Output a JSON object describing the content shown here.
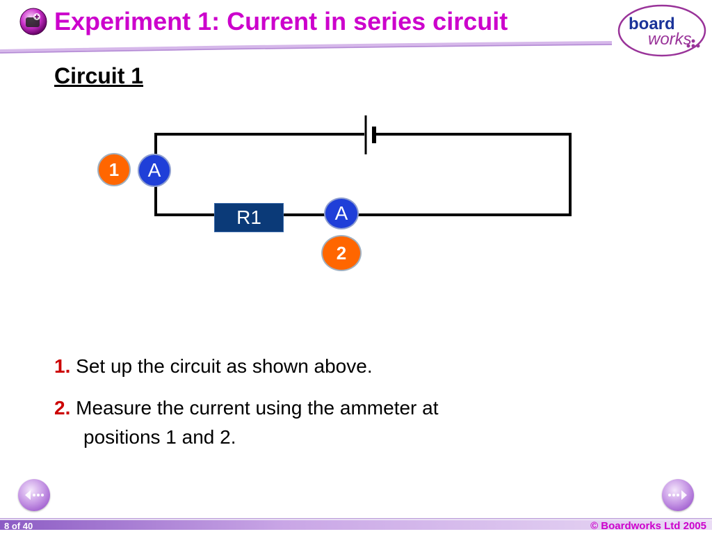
{
  "header": {
    "title": "Experiment 1: Current in series circuit",
    "logo": {
      "line1": "board",
      "line2": "works"
    },
    "icon": "experiment-icon"
  },
  "subtitle": "Circuit 1",
  "circuit": {
    "resistor_label": "R1",
    "ammeter_label": "A",
    "positions": [
      "1",
      "2"
    ]
  },
  "steps": [
    {
      "num": "1.",
      "text": "Set up the circuit as shown above."
    },
    {
      "num": "2.",
      "text": "Measure the current using the ammeter at",
      "text_cont": "positions 1 and 2."
    }
  ],
  "footer": {
    "page_counter": "8 of 40",
    "copyright": "© Boardworks Ltd 2005"
  },
  "colors": {
    "title": "#cc00cc",
    "badge_orange": "#ff6600",
    "ammeter_blue": "#1f3fd8",
    "resistor_navy": "#0b3a78",
    "step_number": "#cc0000",
    "footer_purple": "#9966cc"
  }
}
